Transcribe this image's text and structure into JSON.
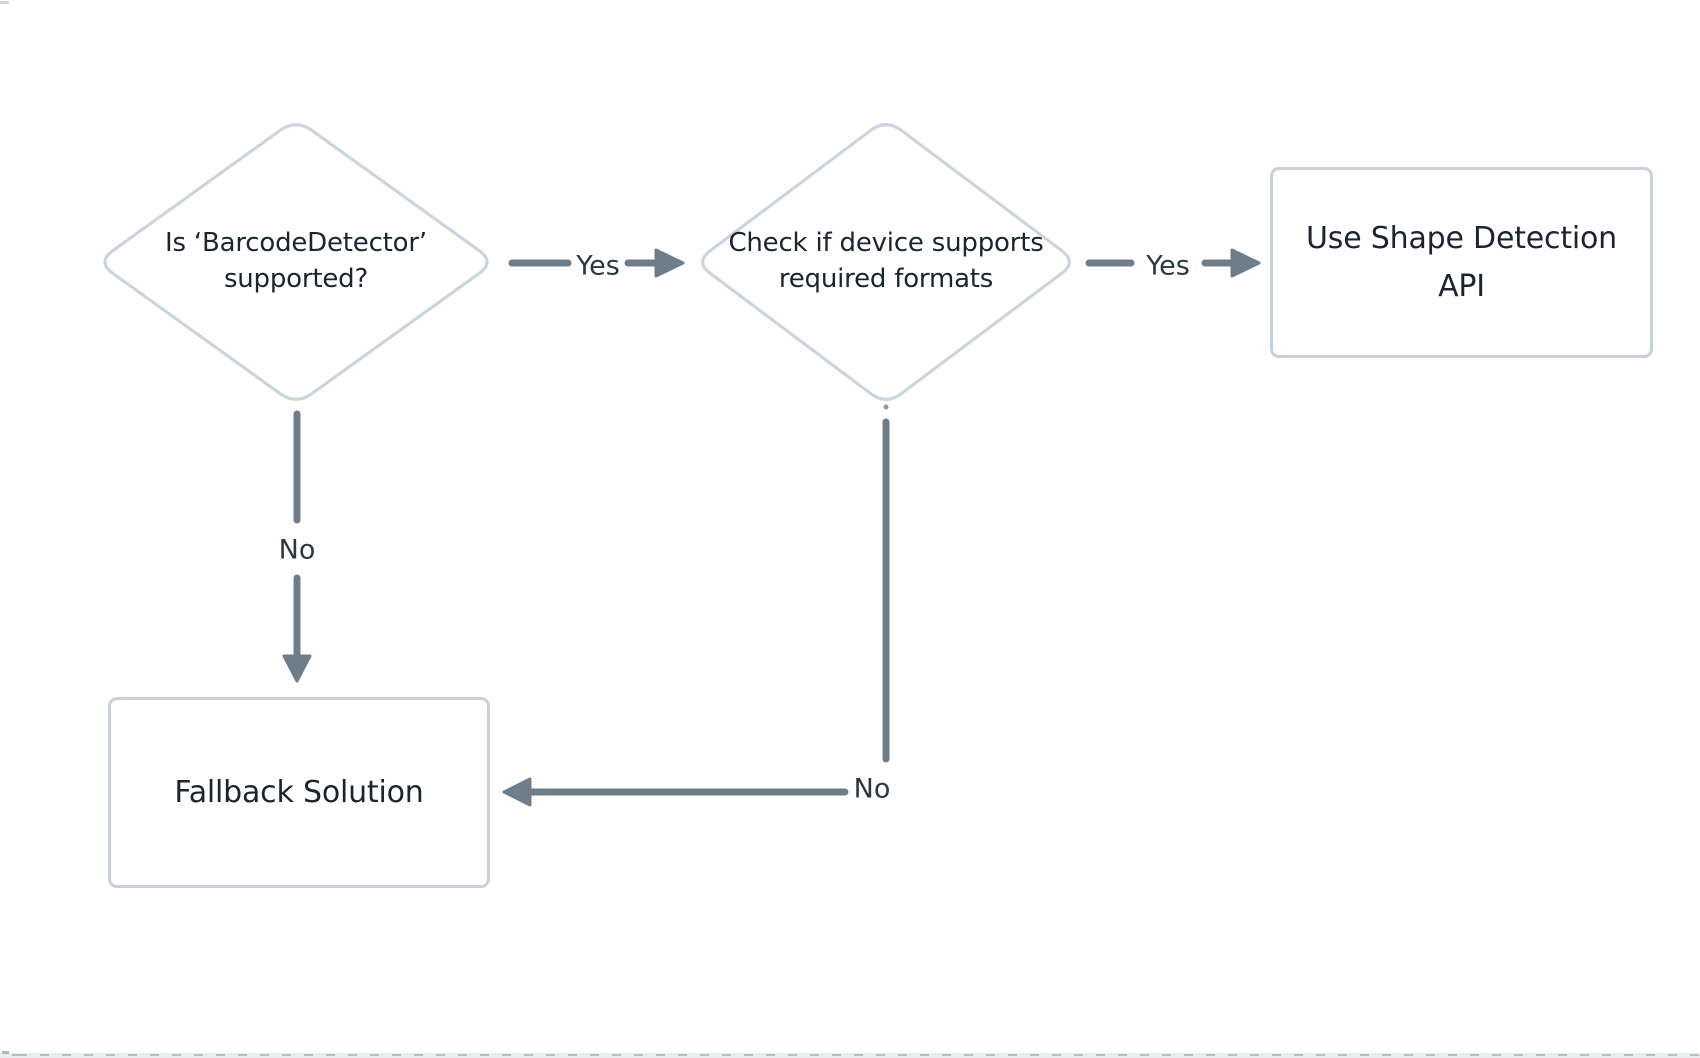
{
  "diagram": {
    "type": "flowchart",
    "background": "#ffffff",
    "colors": {
      "node_border": "#ccd4de",
      "box_border": "#c8d1db",
      "connector": "#6f7d8b",
      "node_text": "#1b2430",
      "label_text": "#2c3742"
    },
    "nodes": [
      {
        "id": "check-support",
        "shape": "diamond",
        "text": "Is ‘BarcodeDetector’ supported?"
      },
      {
        "id": "check-formats",
        "shape": "diamond",
        "text": "Check if device supports required formats"
      },
      {
        "id": "use-api",
        "shape": "rect",
        "text": "Use Shape Detection API"
      },
      {
        "id": "fallback",
        "shape": "rect",
        "text": "Fallback Solution"
      }
    ],
    "edges": [
      {
        "from": "check-support",
        "to": "check-formats",
        "label": "Yes"
      },
      {
        "from": "check-formats",
        "to": "use-api",
        "label": "Yes"
      },
      {
        "from": "check-support",
        "to": "fallback",
        "label": "No"
      },
      {
        "from": "check-formats",
        "to": "fallback",
        "label": "No"
      }
    ]
  }
}
